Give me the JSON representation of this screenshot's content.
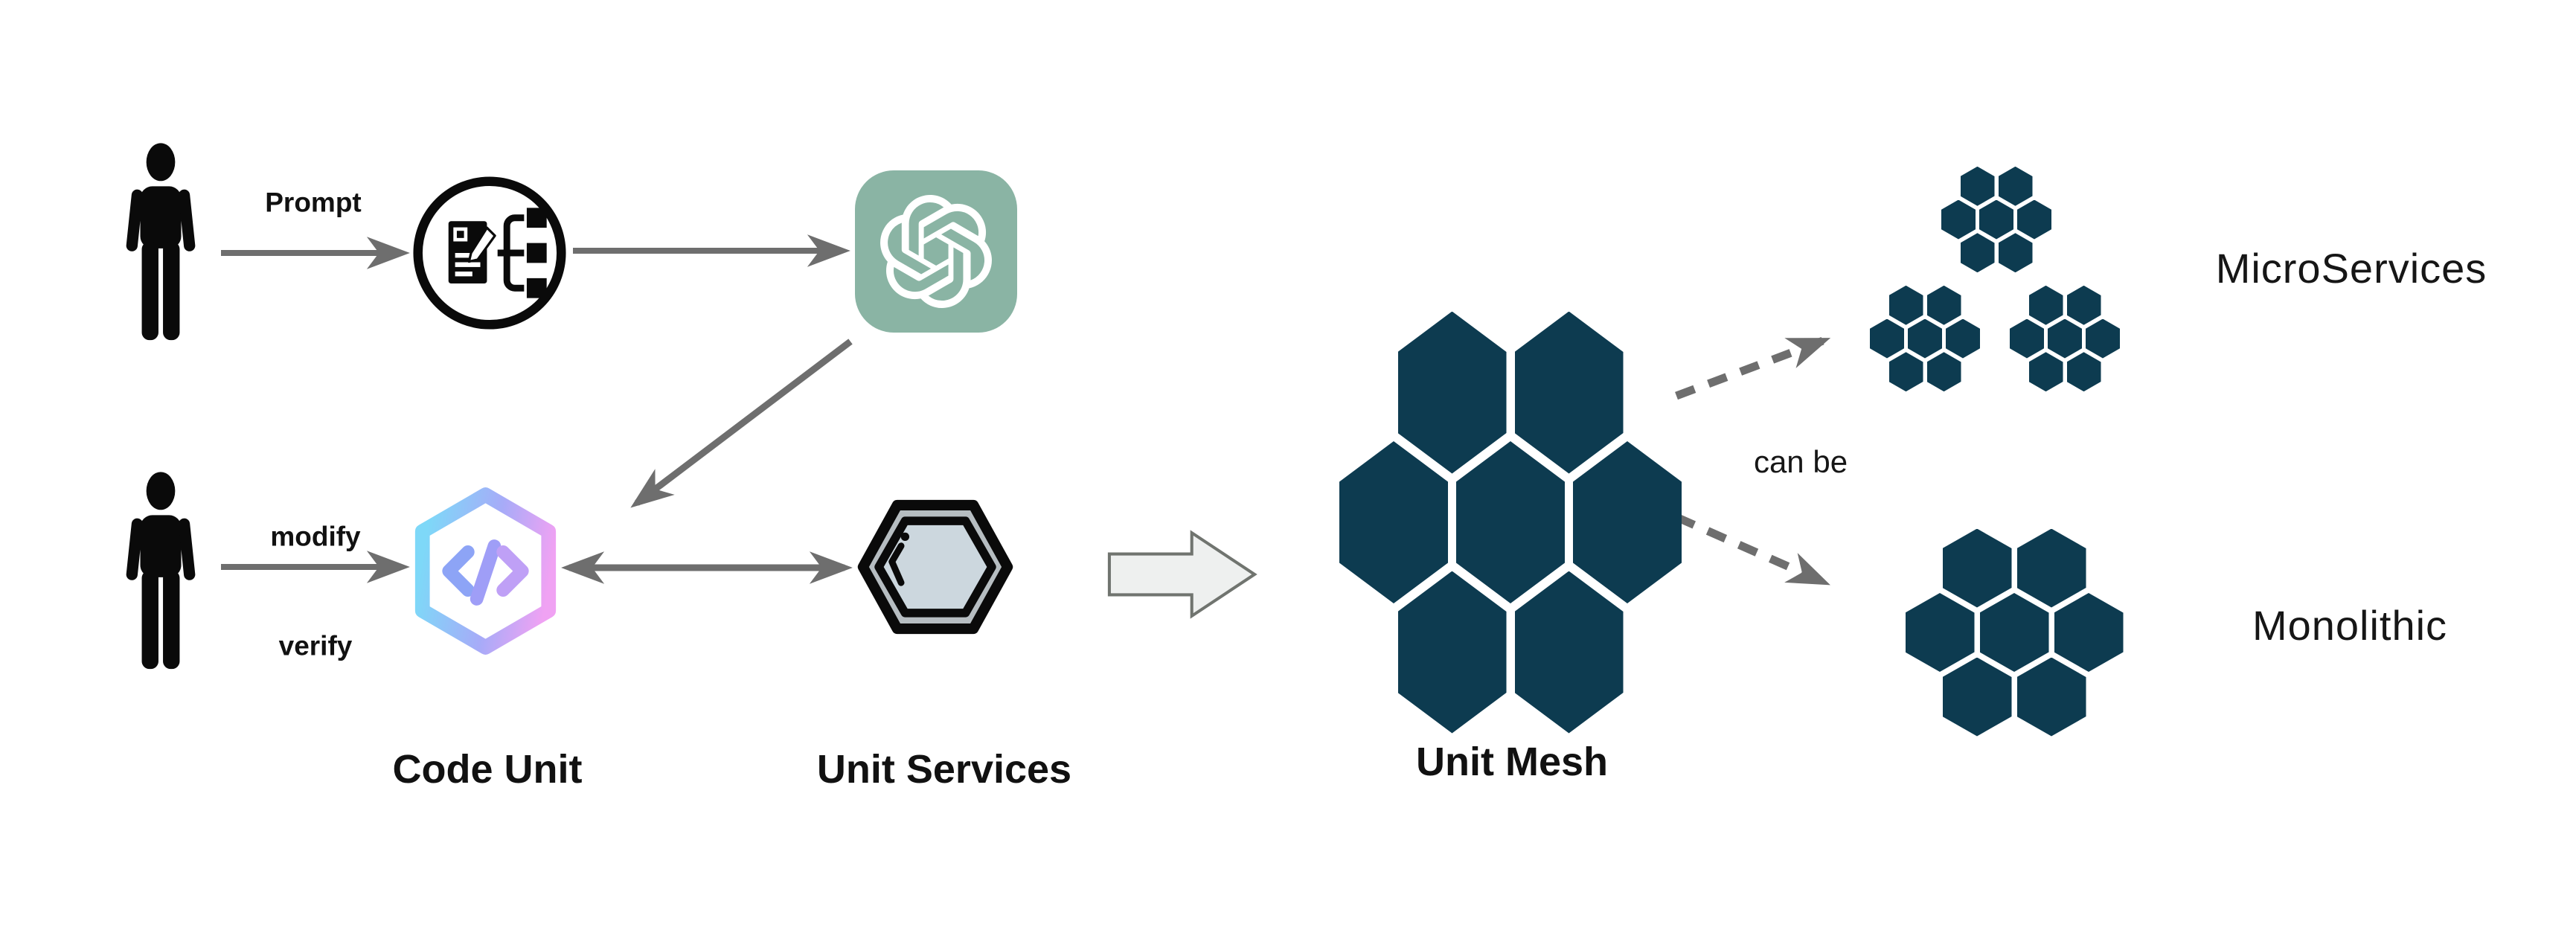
{
  "diagram": {
    "labels": {
      "prompt": "Prompt",
      "modify": "modify",
      "verify": "verify",
      "code_unit": "Code Unit",
      "unit_services": "Unit Services",
      "unit_mesh": "Unit Mesh",
      "can_be": "can be",
      "microservices": "MicroServices",
      "monolithic": "Monolithic"
    },
    "colors": {
      "hex_teal": "#0d3b50",
      "openai_green": "#8ab4a4",
      "arrow_gray": "#6e6e6e",
      "big_arrow_fill": "#eef0ef",
      "big_arrow_border": "#70746f",
      "code_cyan": "#7ed8f8",
      "code_violet": "#a7abf8",
      "code_pink": "#f0a2f3",
      "services_outer_fill": "#b6bdc1",
      "services_inner_fill": "#ccd7de",
      "ink": "#0a0a0a",
      "label": "#111111"
    },
    "icons": {
      "person_top": "person-icon",
      "person_bottom": "person-icon",
      "prompt_circle": "prompt-document-tree-icon",
      "openai": "openai-logo-icon",
      "code_unit": "code-hexagon-icon",
      "unit_services": "layered-hexagon-icon",
      "transform_arrow": "block-arrow-right-icon",
      "unit_mesh": "hexagon-cluster-icon",
      "microservices": "small-hexagon-cluster-icons",
      "monolithic": "medium-hexagon-cluster-icon"
    }
  }
}
